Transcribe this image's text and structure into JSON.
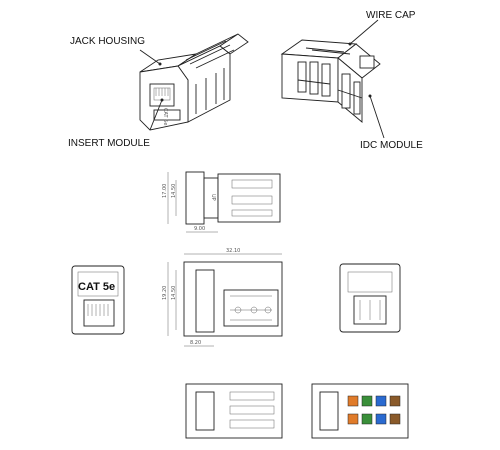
{
  "callouts": {
    "wire_cap": "WIRE CAP",
    "jack_housing": "JACK HOUSING",
    "insert_module": "INSERT MODULE",
    "idc_module": "IDC MODULE"
  },
  "front_label": "CAT 5e",
  "dimensions": {
    "height_outer": "17.00",
    "height_inner": "14.50",
    "depth_short": "9.00",
    "length": "32.10",
    "height_side": "19.20",
    "base": "8.20"
  },
  "pin_colors": [
    "#e07b2a",
    "#3a8f3a",
    "#2a6ad0",
    "#8a5a2a",
    "#e07b2a",
    "#3a8f3a",
    "#2a6ad0",
    "#8a5a2a"
  ]
}
